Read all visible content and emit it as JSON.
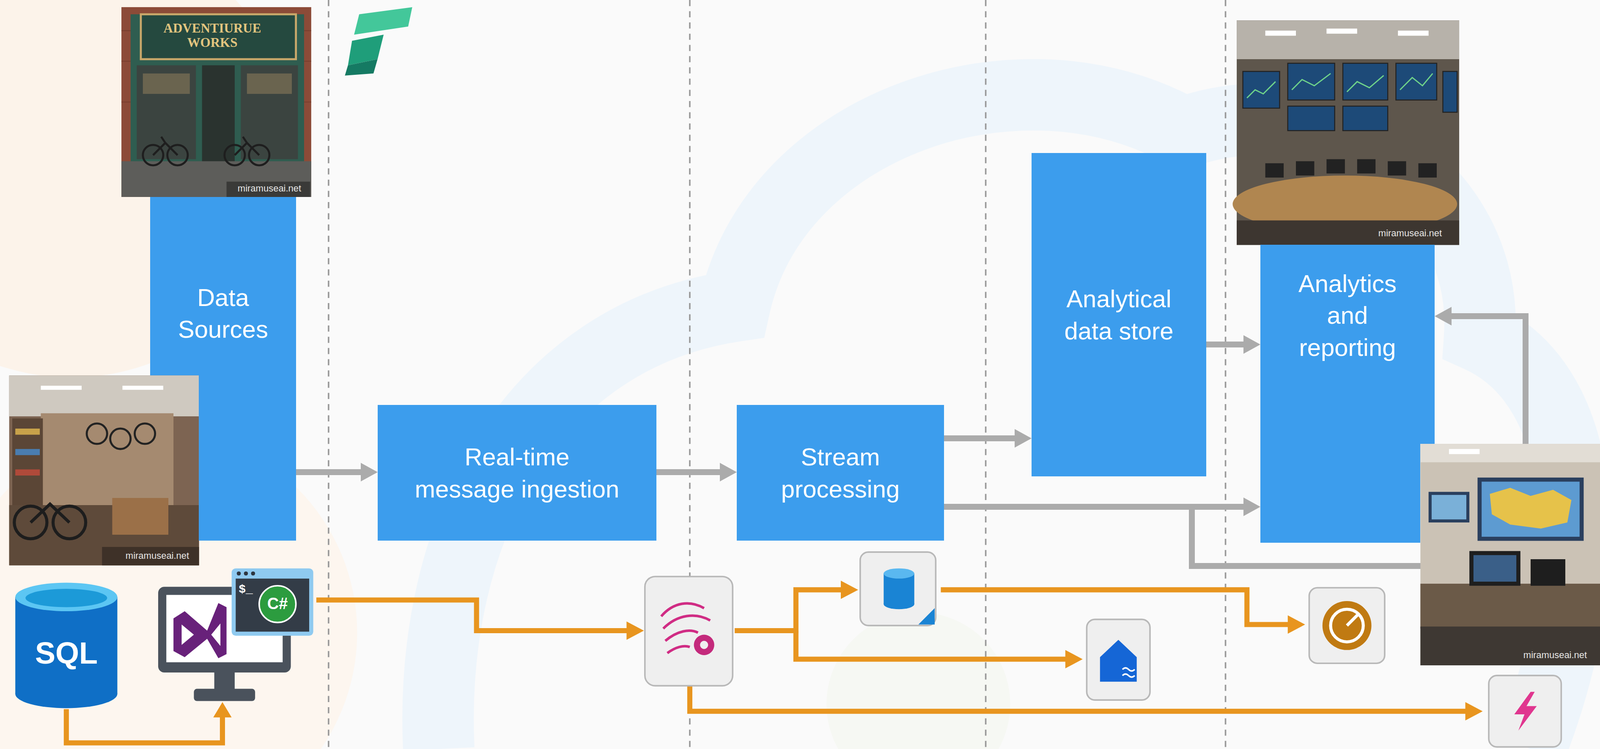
{
  "diagram": {
    "nodes": [
      {
        "text": [
          "Data Sources"
        ]
      },
      {
        "text": [
          "Real-time message ingestion"
        ]
      },
      {
        "text": [
          "Stream processing"
        ]
      },
      {
        "text": [
          "Analytical data store"
        ]
      },
      {
        "text": [
          "Analytics and reporting"
        ]
      }
    ],
    "edges": [
      {
        "from": 0,
        "to": 1,
        "arrow": "to"
      },
      {
        "from": 1,
        "to": 2,
        "arrow": "to"
      },
      {
        "from": 2,
        "to": 3,
        "arrow": "to"
      },
      {
        "from": 2,
        "to": 4,
        "arrow": "to"
      },
      {
        "from": 3,
        "to": 4,
        "arrow": "to"
      },
      {
        "from": 2,
        "to": 4,
        "arrow": "to"
      }
    ],
    "labels": [
      "ADVENTIURUE WORKS",
      "miramuseai.net",
      "miramuseai.net",
      "miramuseai.net",
      "SQL",
      "$_",
      "C#",
      "miramuseai.net"
    ]
  }
}
